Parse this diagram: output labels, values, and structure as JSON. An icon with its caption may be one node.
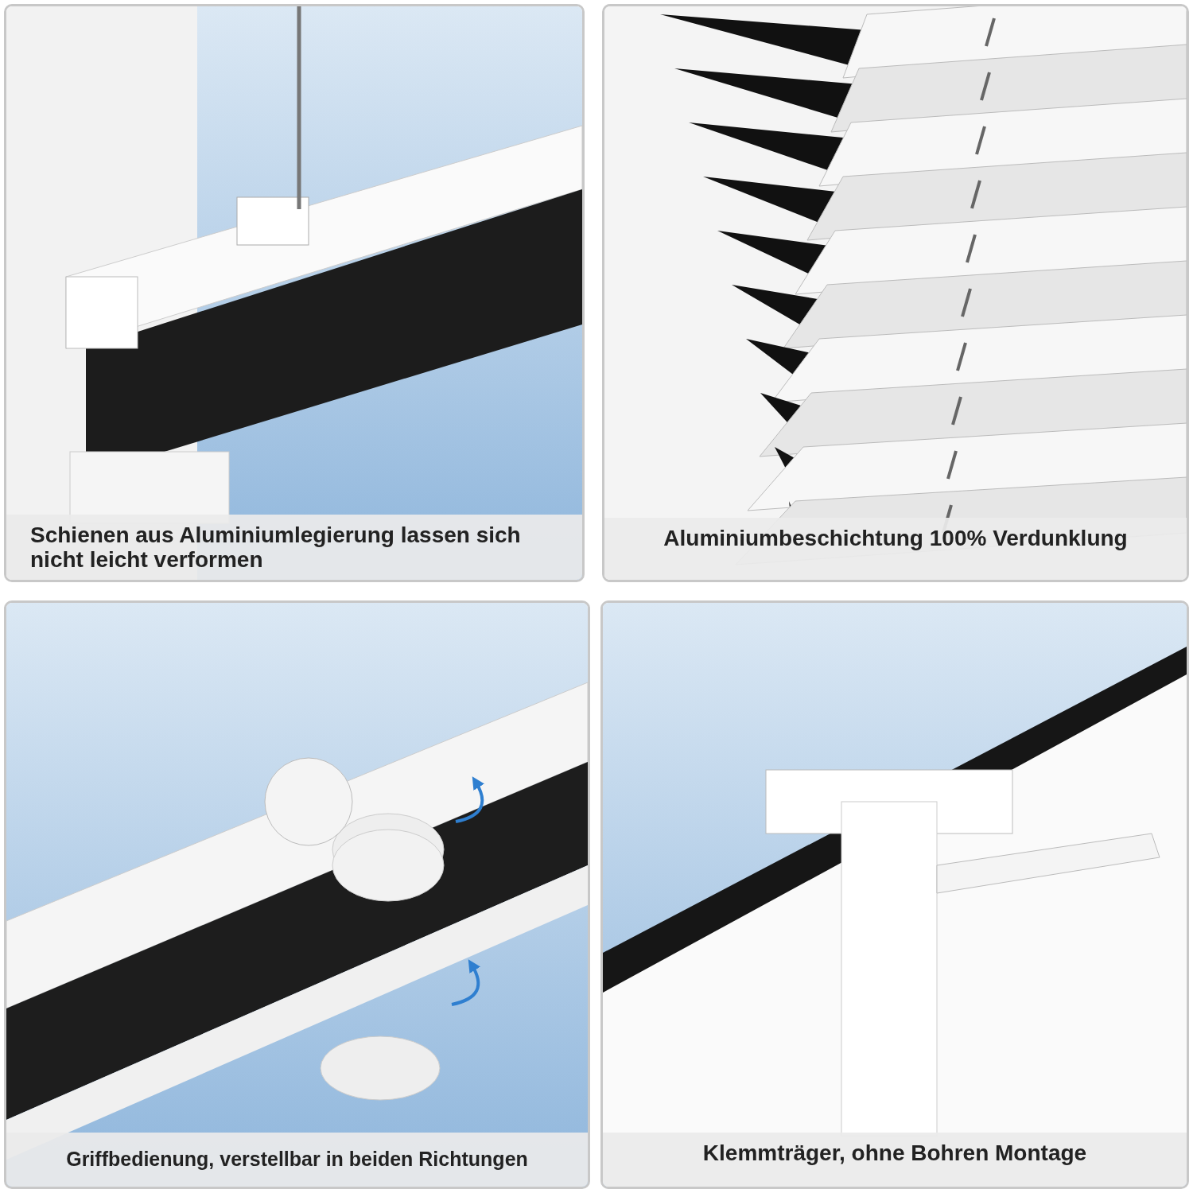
{
  "diagram": {
    "nodes": [
      {
        "text": [
          "Schienen aus Aluminiumlegierung lassen sich nicht leicht verformen"
        ]
      },
      {
        "text": [
          "Aluminiumbeschichtung 100% Verdunklung"
        ]
      },
      {
        "text": [
          "Griffbedienung, verstellbar in beiden Richtungen"
        ]
      },
      {
        "text": [
          "Klemmträger, ohne Bohren Montage"
        ]
      }
    ]
  }
}
